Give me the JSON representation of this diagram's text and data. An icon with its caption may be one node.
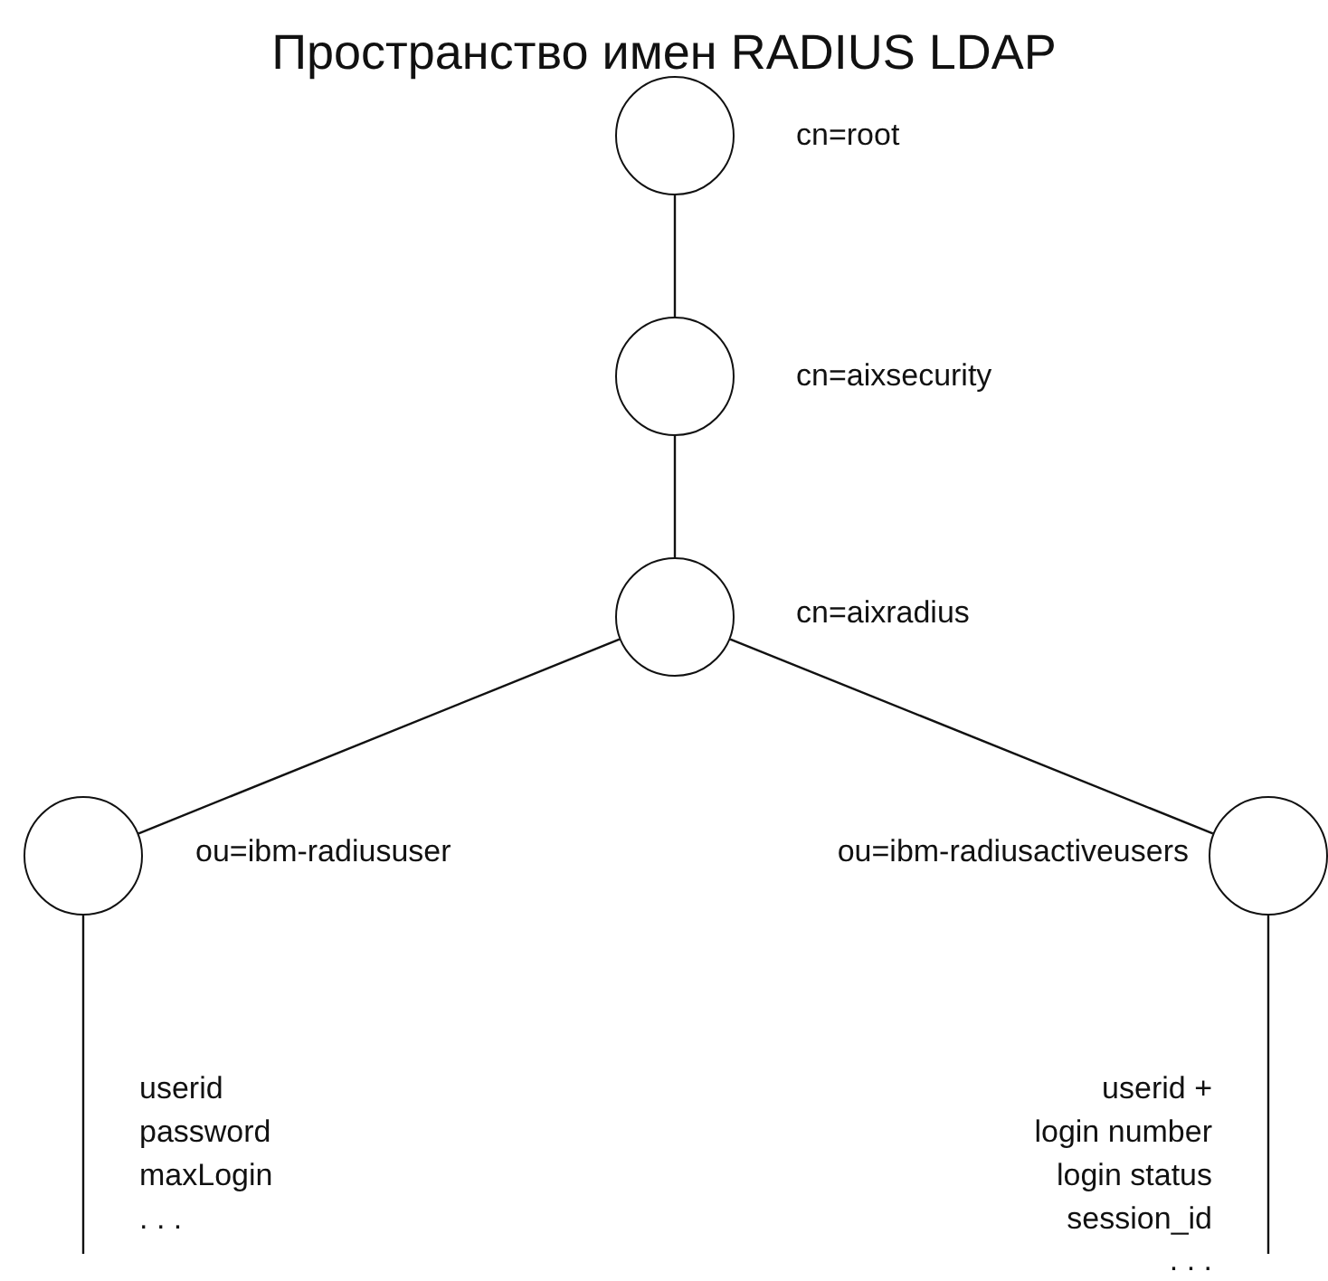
{
  "diagram": {
    "title": "Пространство имен RADIUS LDAP",
    "nodes": [
      {
        "text": [],
        "shape": "circle",
        "beside": [
          "cn=root"
        ]
      },
      {
        "text": [],
        "shape": "circle",
        "beside": [
          "cn=aixsecurity"
        ]
      },
      {
        "text": [],
        "shape": "circle",
        "beside": [
          "cn=aixradius"
        ]
      },
      {
        "text": [],
        "shape": "circle",
        "beside": [
          "ou=ibm-radiususer"
        ]
      },
      {
        "text": [],
        "shape": "circle",
        "beside": [
          "ou=ibm-radiusactiveusers"
        ]
      }
    ],
    "edges": [
      {
        "from": 0,
        "to": 1,
        "arrow": "none"
      },
      {
        "from": 1,
        "to": 2,
        "arrow": "none"
      },
      {
        "from": 2,
        "to": 3,
        "arrow": "none"
      },
      {
        "from": 2,
        "to": 4,
        "arrow": "none"
      },
      {
        "from": 3,
        "to": null,
        "arrow": "none"
      },
      {
        "from": 4,
        "to": null,
        "arrow": "none"
      }
    ],
    "labels": [
      "userid",
      "password",
      "maxLogin",
      ". . .",
      "userid +",
      "login number",
      "login status",
      "session_id",
      ". . ."
    ]
  }
}
